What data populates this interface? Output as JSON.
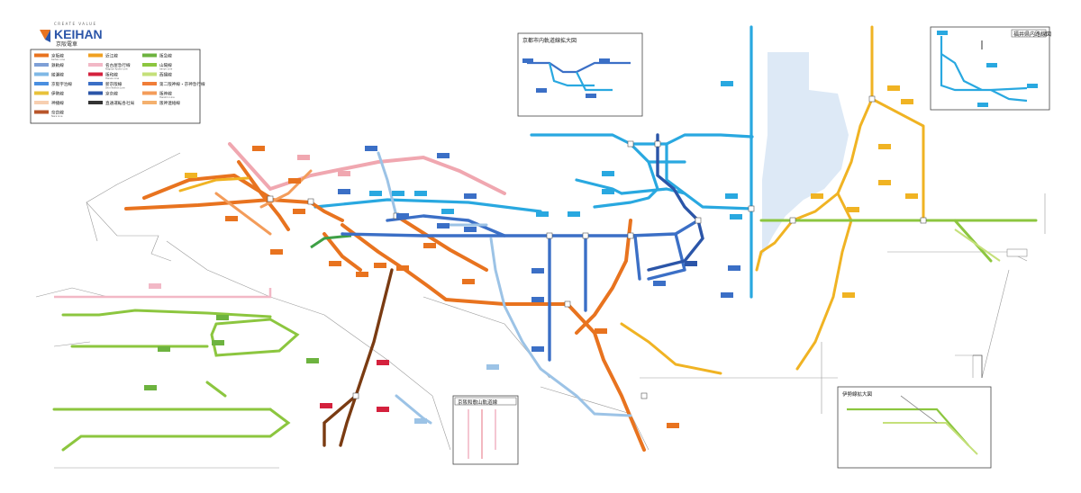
{
  "brand": {
    "tagline": "CREATE VALUE",
    "name": "KEIHAN",
    "name_ja": "京阪電車"
  },
  "legend": {
    "items": [
      {
        "label": "京阪線",
        "sub": "Keihan Line",
        "color": "#e8731f"
      },
      {
        "label": "近江線",
        "sub": "",
        "color": "#f0a021"
      },
      {
        "label": "阪急線",
        "sub": "",
        "color": "#6db33f"
      },
      {
        "label": "鉄軌線",
        "sub": "",
        "color": "#7e9fd6"
      },
      {
        "label": "名古屋急行線",
        "sub": "Nagoya Kyuko Line",
        "color": "#f2b8c6"
      },
      {
        "label": "山陽線",
        "sub": "Sanyo Line",
        "color": "#8cc63f"
      },
      {
        "label": "綾瀬線",
        "sub": "",
        "color": "#7fb8e6"
      },
      {
        "label": "阪和線",
        "sub": "Hanwa Line",
        "color": "#d4213d"
      },
      {
        "label": "西播線",
        "sub": "",
        "color": "#c5e07a"
      },
      {
        "label": "京阪宇治線",
        "sub": "",
        "color": "#4a8fe0"
      },
      {
        "label": "新京阪線",
        "sub": "Shin-Keihan Line",
        "color": "#3b6fc6"
      },
      {
        "label": "第二阪神線・京神急行線",
        "sub": "",
        "color": "#f07d38"
      },
      {
        "label": "伊勢線",
        "sub": "",
        "color": "#e8c23a"
      },
      {
        "label": "京奈線",
        "sub": "",
        "color": "#2b55a8"
      },
      {
        "label": "阪神線",
        "sub": "Hanshin Line",
        "color": "#f39c5a"
      },
      {
        "label": "神播線",
        "sub": "",
        "color": "#f7cfb0"
      },
      {
        "label": "直通運転各社局",
        "sub": "",
        "color": "#333333"
      },
      {
        "label": "阪神連絡線",
        "sub": "",
        "color": "#f4b06e"
      },
      {
        "label": "奈良線",
        "sub": "Nara Line",
        "color": "#b8562a"
      }
    ]
  },
  "insets": {
    "kyoto": "京都市内軌道線拡大図",
    "fukui": "福井県内路線図",
    "wakayama": "京阪和歌山軌道線",
    "ise": "伊勢線拡大図"
  },
  "lines": {
    "keihan": "#e8731f",
    "orange_light": "#f39c5a",
    "pink": "#f0a7b0",
    "green": "#6db33f",
    "lightgreen": "#8cc63f",
    "yellow": "#f0b323",
    "lightblue": "#29a8e0",
    "blue": "#3b6fc6",
    "navy": "#2b55a8",
    "brown": "#7a3b12",
    "sky": "#9cc3e6",
    "lake": "#dde9f6"
  }
}
